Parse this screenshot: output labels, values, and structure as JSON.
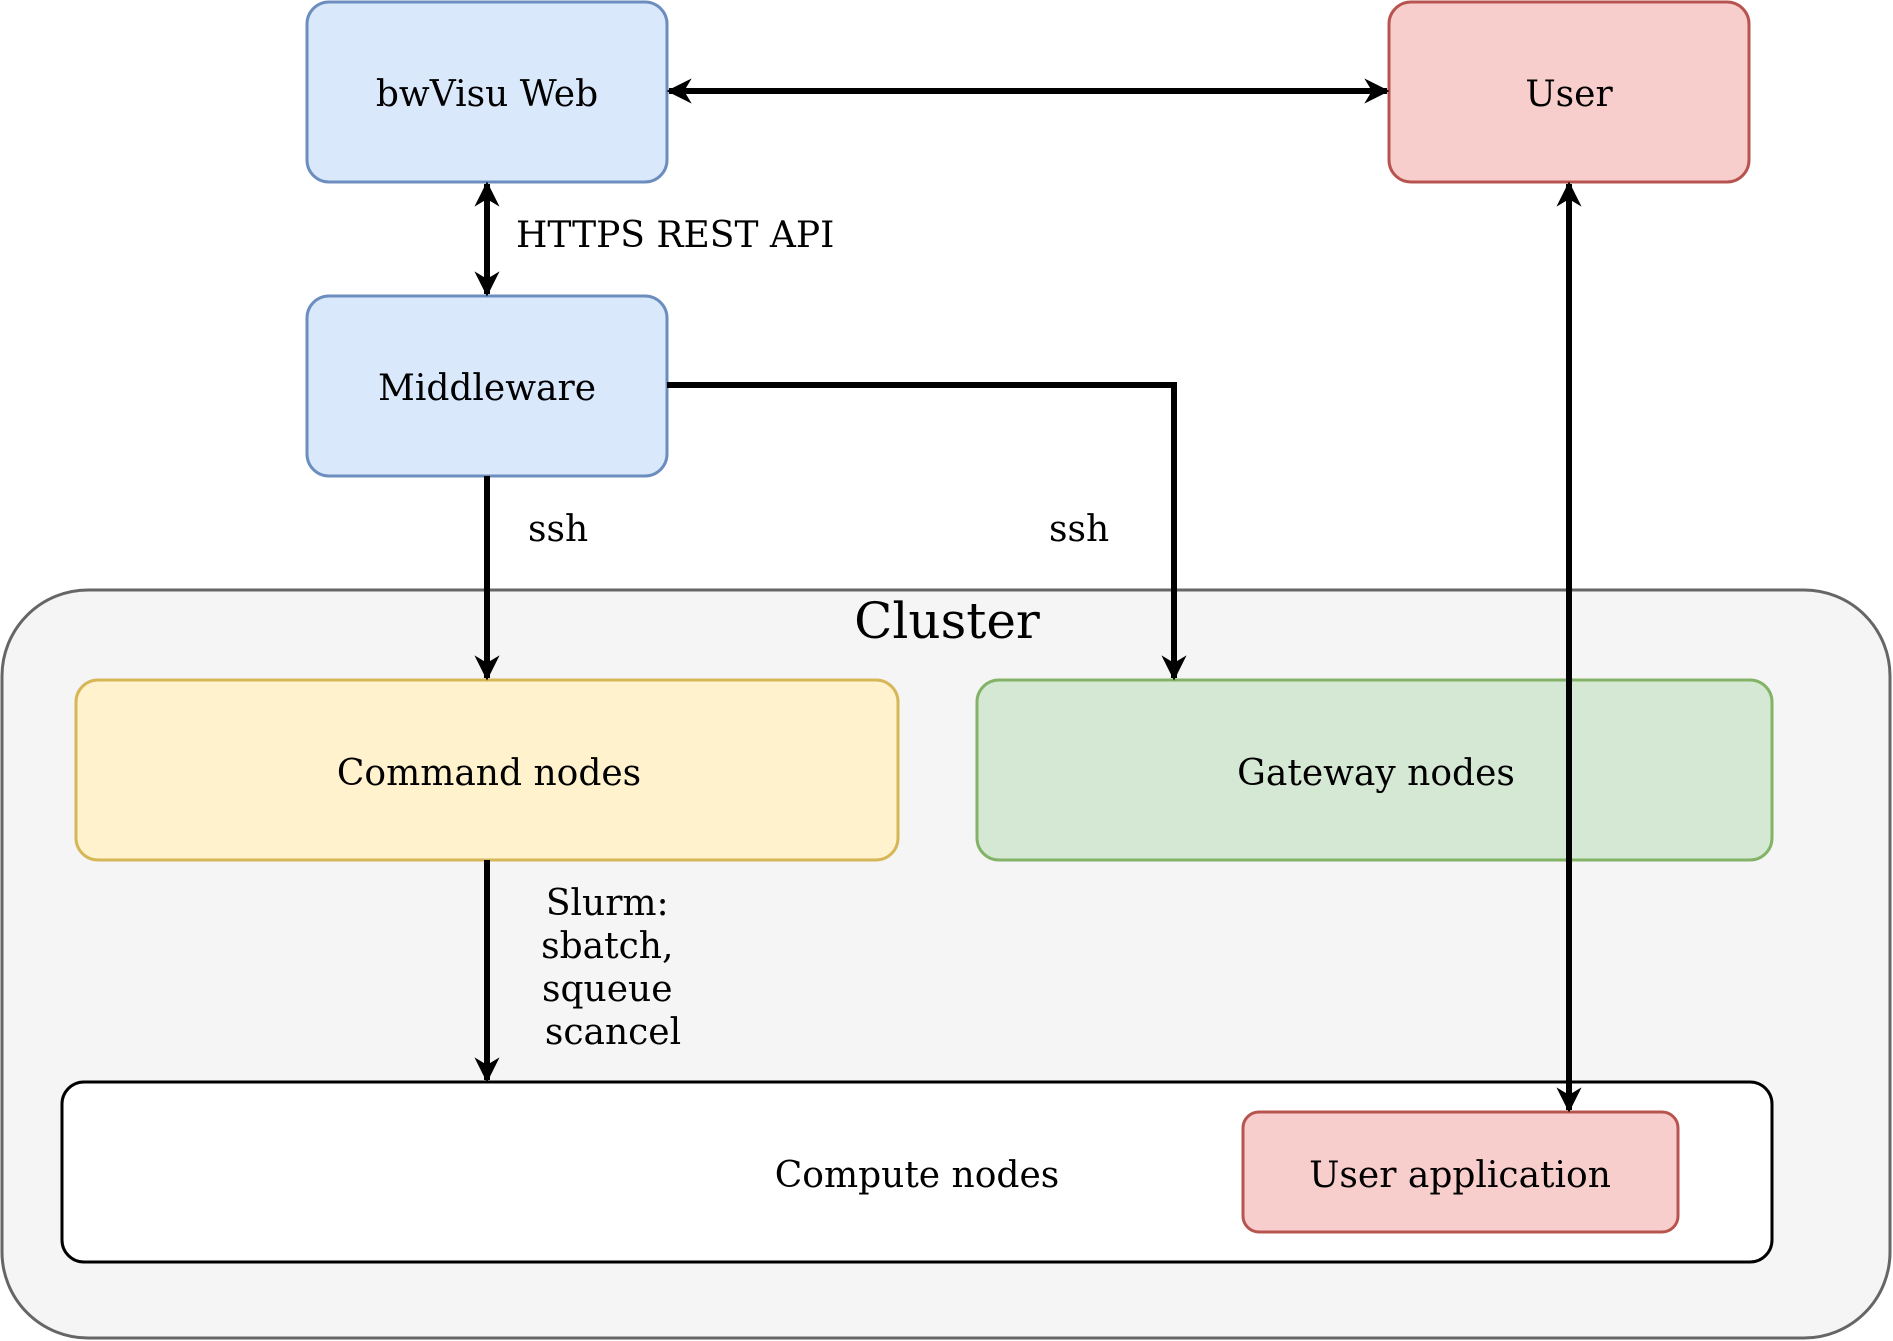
{
  "colors": {
    "blue_fill": "#dae8fc",
    "blue_stroke": "#6c8ebf",
    "red_fill": "#f8cecc",
    "red_stroke": "#b85450",
    "yellow_fill": "#fff2cc",
    "yellow_stroke": "#d6b656",
    "green_fill": "#d5e8d4",
    "green_stroke": "#82b366",
    "cluster_fill": "#f5f5f5",
    "cluster_stroke": "#666666",
    "compute_fill": "#ffffff",
    "compute_stroke": "#000000",
    "arrow": "#000000"
  },
  "nodes": {
    "bwvisu_web": "bwVisu Web",
    "user": "User",
    "middleware": "Middleware",
    "cluster": "Cluster",
    "command_nodes": "Command nodes",
    "gateway_nodes": "Gateway nodes",
    "compute_nodes": "Compute nodes",
    "user_application": "User application"
  },
  "edges": {
    "https_rest_api": "HTTPS REST API",
    "ssh_command": "ssh",
    "ssh_gateway": "ssh",
    "slurm_lines": [
      "Slurm:",
      "sbatch,",
      "squeue",
      "scancel"
    ]
  }
}
